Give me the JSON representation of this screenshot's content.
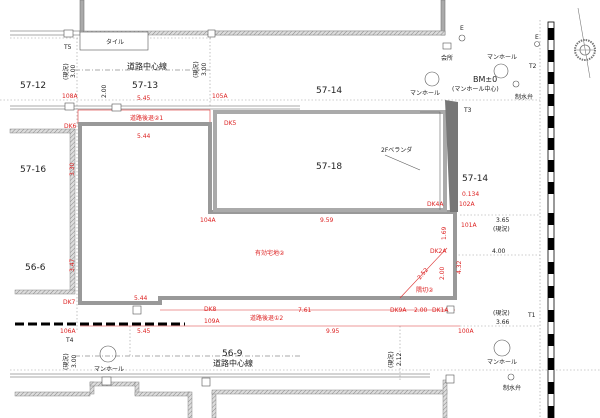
{
  "drawing": {
    "colors": {
      "ink": "#222222",
      "red": "#dd2222",
      "wall": "#aaaaaa"
    },
    "parcels": {
      "p57_12": "57-12",
      "p57_13": "57-13",
      "p57_14a": "57-14",
      "p57_14b": "57-14",
      "p57_16": "57-16",
      "p57_18": "57-18",
      "p56_6": "56-6",
      "p56_9": "56-9"
    },
    "labels": {
      "tile": "タイル",
      "road_center_top": "道路中心線",
      "road_center_bottom": "道路中心線",
      "veranda": "2Fベランダ",
      "kaisho": "会所",
      "manhole": "マンホール",
      "bm": "BM±0",
      "bm_note": "(マンホール中心)",
      "valve": "制水弁",
      "e": "E",
      "genkyo": "(現況)"
    },
    "stations": {
      "t1": "T1",
      "t2": "T2",
      "t3": "T3",
      "t4": "T4",
      "t5": "T5"
    },
    "red_annotations": {
      "a108A": "108A",
      "a105A": "105A",
      "d5_45_top": "5.45",
      "setback1": "道路後退②1",
      "dk6": "DK6",
      "dk5": "DK5",
      "d5_44_top": "5.44",
      "a104A": "104A",
      "d9_59": "9.59",
      "effective": "有効宅地②",
      "dk4a": "DK4A",
      "d0_134": "0.134",
      "a102A": "102A",
      "a101A": "101A",
      "dk2a": "DK2A",
      "d1_69": "1.69",
      "d2_52": "2.52",
      "d2_00v": "2.00",
      "d4_32": "4.32",
      "corner_cut": "隅切②",
      "d5_44_bot": "5.44",
      "dk7": "DK7",
      "dk8": "DK8",
      "a109A": "109A",
      "setback2": "道路後退①2",
      "d7_61": "7.61",
      "dk9a": "DK9A",
      "d2_00h": "2.00",
      "dk1a": "DK1A",
      "a100A": "100A",
      "d9_95": "9.95",
      "a106A": "106A",
      "d5_45_bot": "5.45",
      "d3_30": "3.30",
      "d3_47": "3.47"
    },
    "dimensions": {
      "w3_00a": "3.00",
      "w3_00b": "3.00",
      "w3_00c": "3.00",
      "w2_00": "2.00",
      "w3_65": "3.65",
      "w4_00": "4.00",
      "w3_66": "3.66",
      "w2_12": "2.12"
    }
  }
}
